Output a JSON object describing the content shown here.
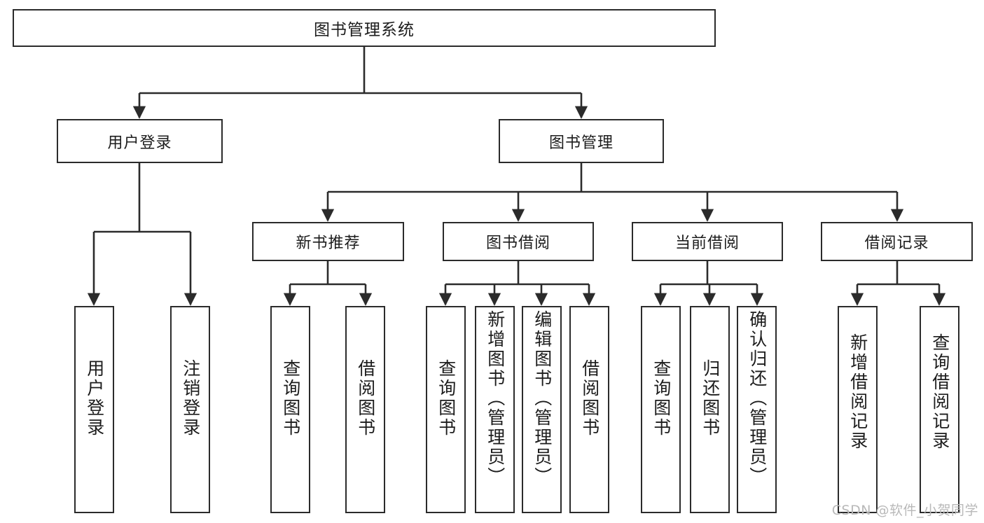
{
  "diagram": {
    "title": "图书管理系统",
    "stroke_color": "#2b2b2b",
    "fill_color": "#ffffff",
    "text_color": "#1c1c1c"
  },
  "root": {
    "label": "图书管理系统"
  },
  "level2": [
    {
      "label": "用户登录"
    },
    {
      "label": "图书管理"
    }
  ],
  "level3": [
    {
      "label": "新书推荐"
    },
    {
      "label": "图书借阅"
    },
    {
      "label": "当前借阅"
    },
    {
      "label": "借阅记录"
    }
  ],
  "leaves": {
    "user_login": [
      {
        "label": "用户登录"
      },
      {
        "label": "注销登录"
      }
    ],
    "new_book": [
      {
        "label": "查询图书"
      },
      {
        "label": "借阅图书"
      }
    ],
    "book_borrow": [
      {
        "label": "查询图书"
      },
      {
        "label": "新增图书（管理员）"
      },
      {
        "label": "编辑图书（管理员）"
      },
      {
        "label": "借阅图书"
      }
    ],
    "current_borrow": [
      {
        "label": "查询图书"
      },
      {
        "label": "归还图书"
      },
      {
        "label": "确认归还（管理员）"
      }
    ],
    "borrow_record": [
      {
        "label": "新增借阅记录"
      },
      {
        "label": "查询借阅记录"
      }
    ]
  },
  "watermark": {
    "text": "CSDN @软件_小贺同学"
  }
}
